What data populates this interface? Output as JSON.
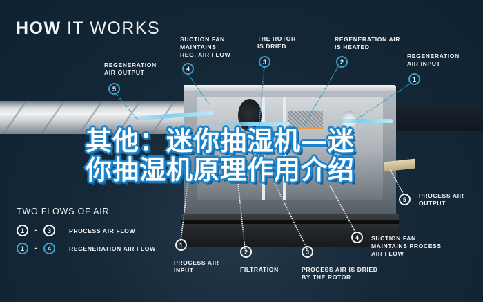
{
  "title": {
    "bold": "HOW",
    "rest": " IT WORKS"
  },
  "overlay_title": {
    "line1": "其他：迷你抽湿机—迷",
    "line2": "你抽湿机原理作用介绍"
  },
  "top_callouts": [
    {
      "num": "5",
      "text": "REGENERATION\nAIR OUTPUT"
    },
    {
      "num": "4",
      "text": "SUCTION FAN\nMAINTAINS\nREG. AIR FLOW"
    },
    {
      "num": "3",
      "text": "THE ROTOR\nIS DRIED"
    },
    {
      "num": "2",
      "text": "REGENERATION AIR\nIS HEATED"
    },
    {
      "num": "1",
      "text": "REGENERATION\nAIR INPUT"
    }
  ],
  "bottom_callouts": [
    {
      "num": "1",
      "text": "PROCESS AIR\nINPUT"
    },
    {
      "num": "2",
      "text": "FILTRATION"
    },
    {
      "num": "3",
      "text": "PROCESS AIR IS DRIED\nBY THE ROTOR"
    },
    {
      "num": "4",
      "text": "SUCTION FAN\nMAINTAINS PROCESS\nAIR FLOW"
    },
    {
      "num": "5",
      "text": "PROCESS AIR\nOUTPUT"
    }
  ],
  "legend": {
    "title": "TWO FLOWS OF AIR",
    "rows": [
      {
        "from": "1",
        "to": "3",
        "sep": "-",
        "label": "PROCESS AIR FLOW",
        "style": "white"
      },
      {
        "from": "1",
        "to": "4",
        "sep": "-",
        "label": "REGENERATION AIR FLOW",
        "style": "blue"
      }
    ]
  },
  "colors": {
    "background": "#13273a",
    "regeneration_accent": "#3a9ec6",
    "process_accent": "#f2f4f6",
    "overlay_stroke": "#1b82c9",
    "heater_glow": "#e89a3c"
  }
}
